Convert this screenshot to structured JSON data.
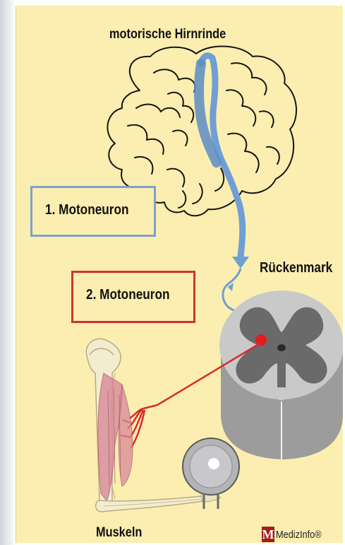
{
  "labels": {
    "cortex": "motorische Hirnrinde",
    "first_motoneuron": "1. Motoneuron",
    "second_motoneuron": "2. Motoneuron",
    "spinal_cord": "Rückenmark",
    "muscles": "Muskeln"
  },
  "logo": {
    "letter": "M",
    "text": "MedizInfo®"
  },
  "colors": {
    "background": "#fbeeb0",
    "first_motoneuron_path": "#6f9fd4",
    "second_motoneuron_path": "#d92b2b",
    "box_1_border": "#7da2cf",
    "box_2_border": "#cf3333",
    "spinal_grey_matter": "#6a6a6a",
    "spinal_white_matter": "#c9c9c9",
    "muscle": "#d9899a",
    "logo": "#a51c1c"
  }
}
